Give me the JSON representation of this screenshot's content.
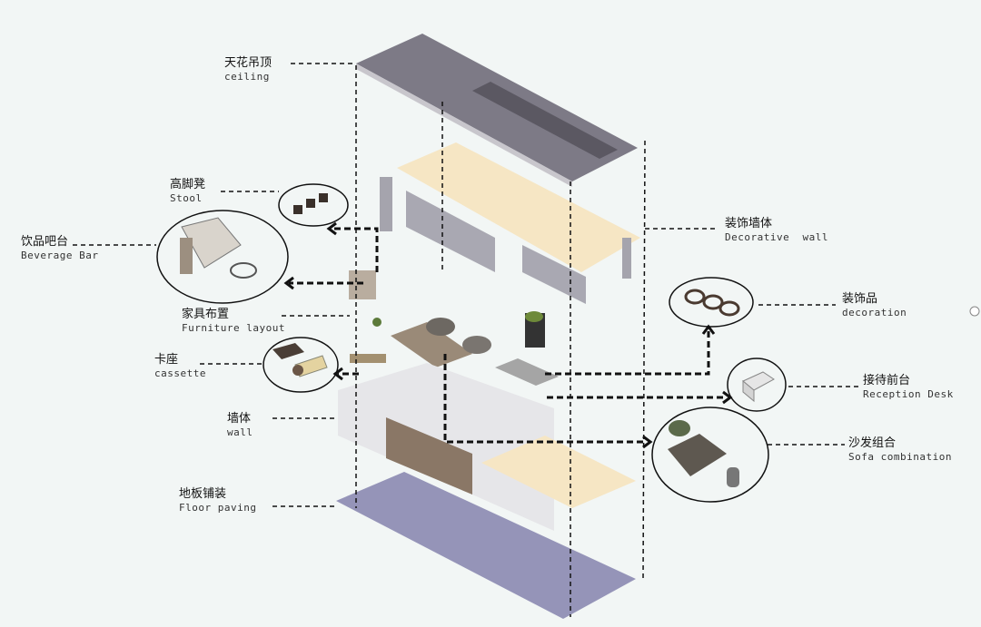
{
  "labels": {
    "ceiling": {
      "zh": "天花吊顶",
      "en": "ceiling"
    },
    "stool": {
      "zh": "高脚凳",
      "en": "Stool"
    },
    "bar": {
      "zh": "饮品吧台",
      "en": "Beverage Bar"
    },
    "furniture": {
      "zh": "家具布置",
      "en": "Furniture layout"
    },
    "cassette": {
      "zh": "卡座",
      "en": "cassette"
    },
    "wall": {
      "zh": "墙体",
      "en": "wall"
    },
    "floor": {
      "zh": "地板铺装",
      "en": "Floor paving"
    },
    "decowall": {
      "zh": "装饰墙体",
      "en": "Decorative  wall"
    },
    "decoration": {
      "zh": "装饰品",
      "en": "decoration"
    },
    "desk": {
      "zh": "接待前台",
      "en": "Reception Desk"
    },
    "sofa": {
      "zh": "沙发组合",
      "en": "Sofa combination"
    }
  },
  "colors": {
    "ceiling": "#7d7a86",
    "decowall": "#f6e6c4",
    "floor": "#9594b8",
    "wall": "#e6e6e9"
  }
}
